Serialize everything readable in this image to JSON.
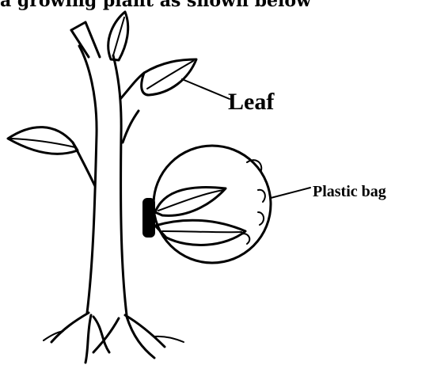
{
  "caption": "a growing plant as shown below",
  "labels": {
    "leaf": "Leaf",
    "plastic_bag": "Plastic bag"
  }
}
